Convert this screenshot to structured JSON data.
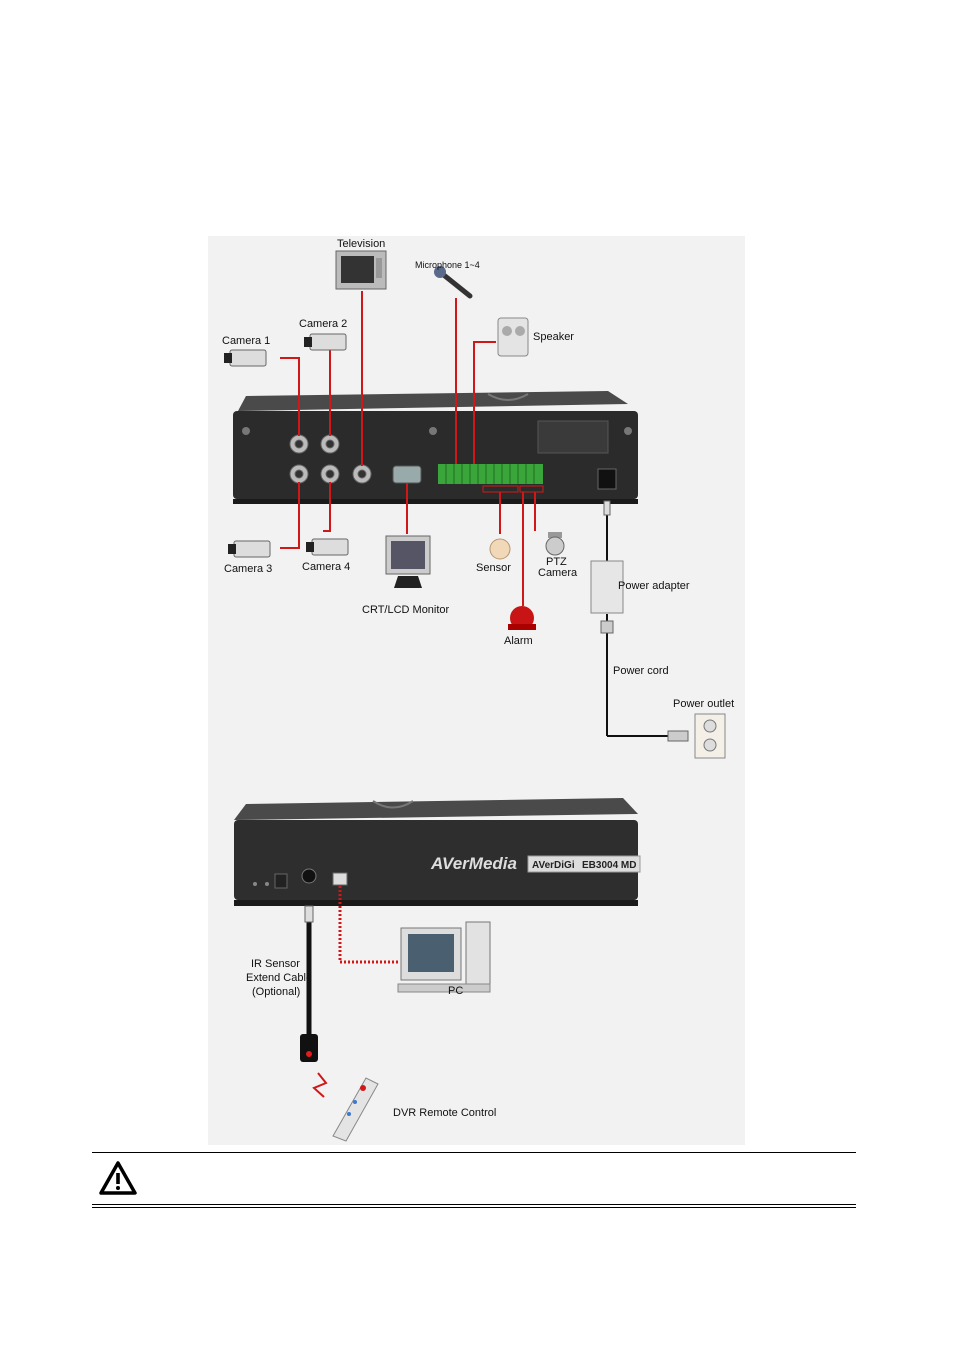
{
  "labels": {
    "television": "Television",
    "microphone": "Microphone 1~4",
    "speaker": "Speaker",
    "camera1": "Camera 1",
    "camera2": "Camera 2",
    "camera3": "Camera 3",
    "camera4": "Camera 4",
    "monitor": "CRT/LCD Monitor",
    "sensor": "Sensor",
    "ptz_line1": "PTZ",
    "ptz_line2": "Camera",
    "alarm": "Alarm",
    "power_adapter": "Power adapter",
    "power_cord": "Power cord",
    "power_outlet": "Power outlet",
    "ir_line1": "IR Sensor",
    "ir_line2": "Extend Cable",
    "ir_line3": "(Optional)",
    "pc": "PC",
    "remote": "DVR Remote Control"
  },
  "device": {
    "brand": "AVerMedia",
    "model_badge": "AVerDiGi",
    "model_number": "EB3004 MD"
  },
  "colors": {
    "cable_red": "#d01818",
    "cable_black": "#111111",
    "dvr_body": "#2b2b2b",
    "terminal_green": "#3aa53a"
  }
}
